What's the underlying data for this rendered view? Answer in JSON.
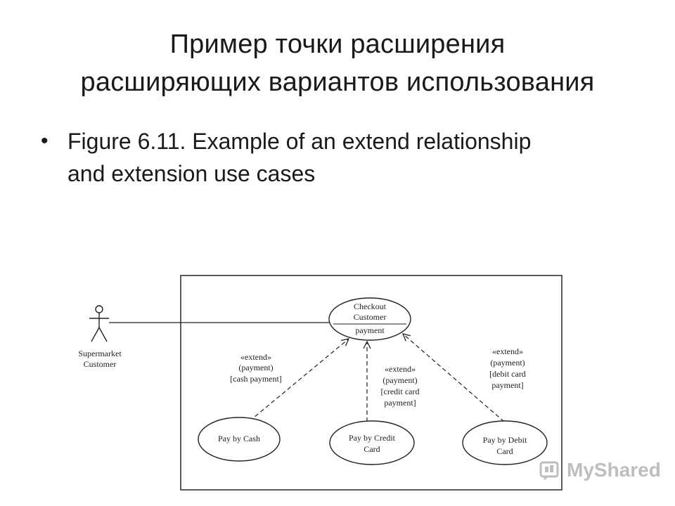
{
  "slide": {
    "title_line1": "Пример точки расширения",
    "title_line2": "расширяющих вариантов использования",
    "bullet_line1": "Figure 6.11. Example of an extend relationship",
    "bullet_line2": "and extension use cases"
  },
  "diagram": {
    "actor": {
      "line1": "Supermarket",
      "line2": "Customer"
    },
    "base_use_case": {
      "line1": "Checkout",
      "line2": "Customer",
      "extension_point": "payment"
    },
    "extensions": [
      {
        "name_line1": "Pay by Cash",
        "name_line2": "",
        "stereotype": "«extend»",
        "point": "(payment)",
        "cond_line1": "[cash payment]",
        "cond_line2": ""
      },
      {
        "name_line1": "Pay by Credit",
        "name_line2": "Card",
        "stereotype": "«extend»",
        "point": "(payment)",
        "cond_line1": "[credit card",
        "cond_line2": "payment]"
      },
      {
        "name_line1": "Pay by Debit",
        "name_line2": "Card",
        "stereotype": "«extend»",
        "point": "(payment)",
        "cond_line1": "[debit card",
        "cond_line2": "payment]"
      }
    ]
  },
  "watermark": {
    "text": "MyShared"
  }
}
